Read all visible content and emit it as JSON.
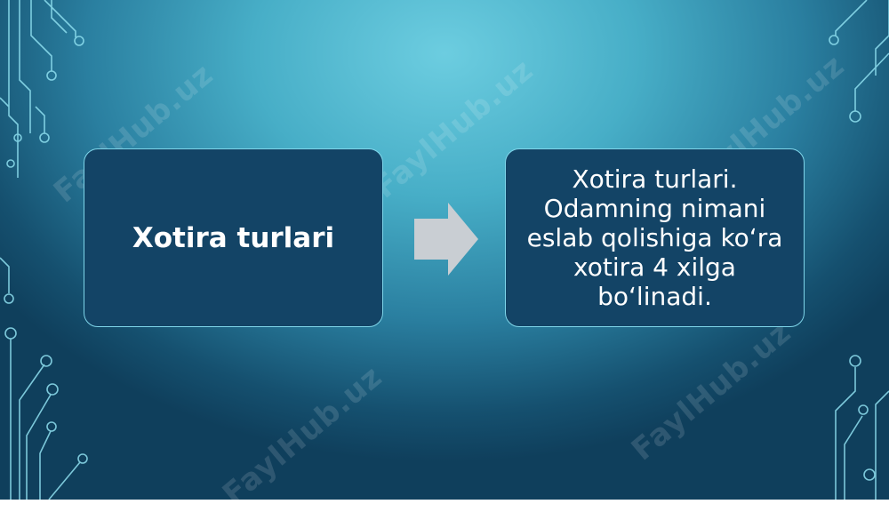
{
  "slide": {
    "left_box_text": "Xotira turlari",
    "right_box_text": "Xotira turlari. Odamning nimani eslab qolishiga koʻra xotira 4 xilga boʻlinadi.",
    "watermark": "FaylHub.uz"
  },
  "colors": {
    "box_fill": "#134466",
    "box_border": "#7fd6ea",
    "arrow_fill": "#c9ced3",
    "circuit_stroke": "#8fe0f0"
  },
  "icons": {
    "arrow": "right-arrow-icon",
    "decoration": "circuit-lines"
  }
}
